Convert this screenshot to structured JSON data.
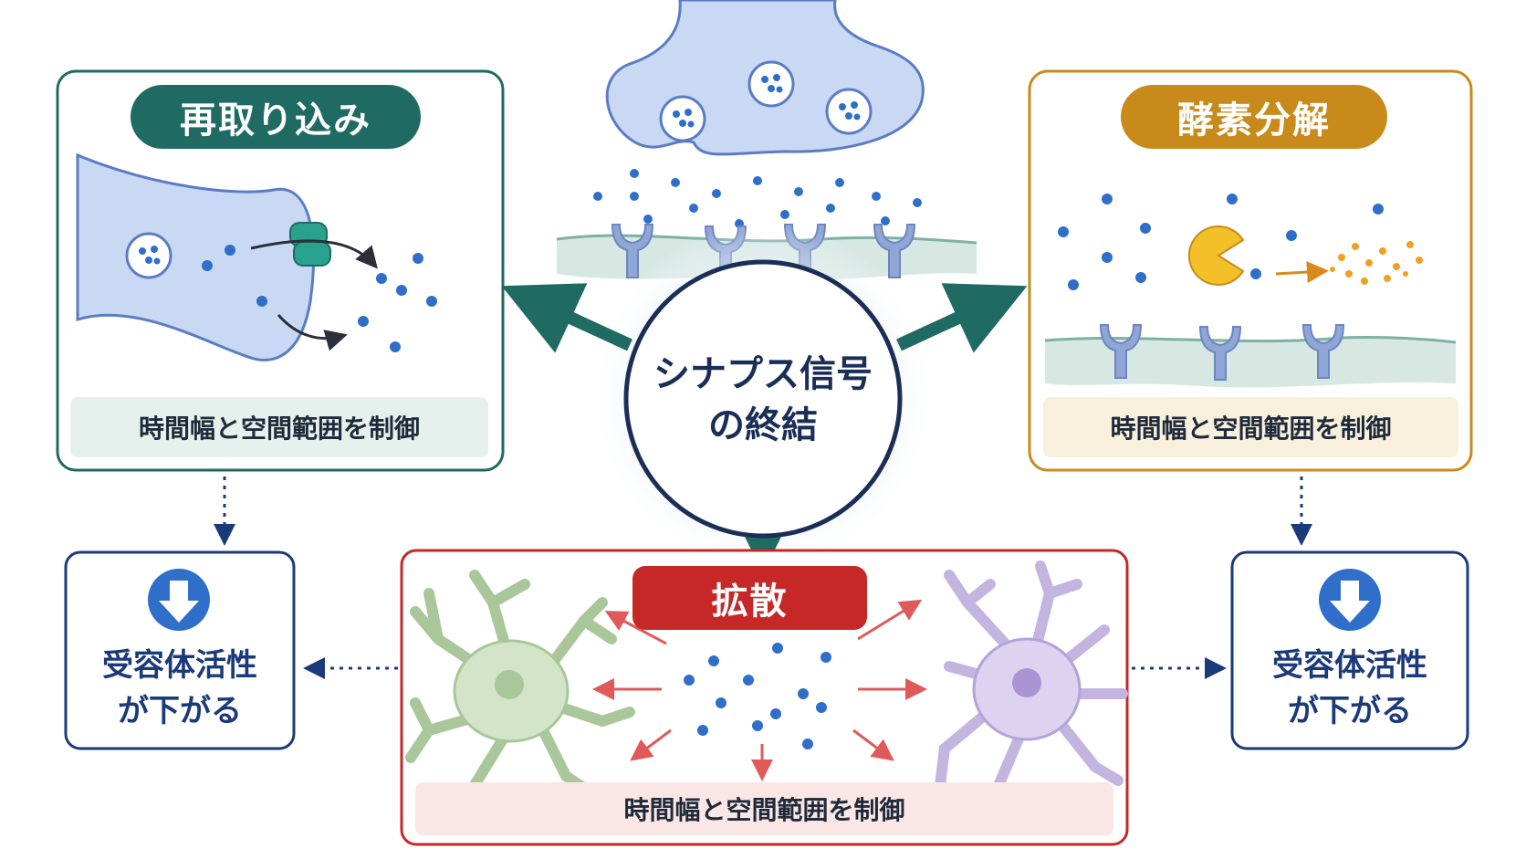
{
  "center": {
    "line1": "シナプス信号",
    "line2": "の終結"
  },
  "reuptake": {
    "title": "再取り込み",
    "caption": "時間幅と空間範囲を制御"
  },
  "enzyme": {
    "title": "酵素分解",
    "caption": "時間幅と空間範囲を制御"
  },
  "diffusion": {
    "title": "拡散",
    "caption": "時間幅と空間範囲を制御"
  },
  "effect_left": {
    "line1": "受容体活性",
    "line2": "が下がる"
  },
  "effect_right": {
    "line1": "受容体活性",
    "line2": "が下がる"
  },
  "colors": {
    "reuptake": "#1f6b63",
    "enzyme": "#c98a1c",
    "diffusion": "#c62828",
    "navy": "#1b2e57",
    "dot": "#2f6fc9",
    "teal_arrow": "#1f6b63"
  },
  "icons": [
    "down-arrow-icon",
    "enzyme-pacman-icon",
    "transporter-icon",
    "receptor-icon",
    "neuron-icon",
    "vesicle-icon"
  ]
}
